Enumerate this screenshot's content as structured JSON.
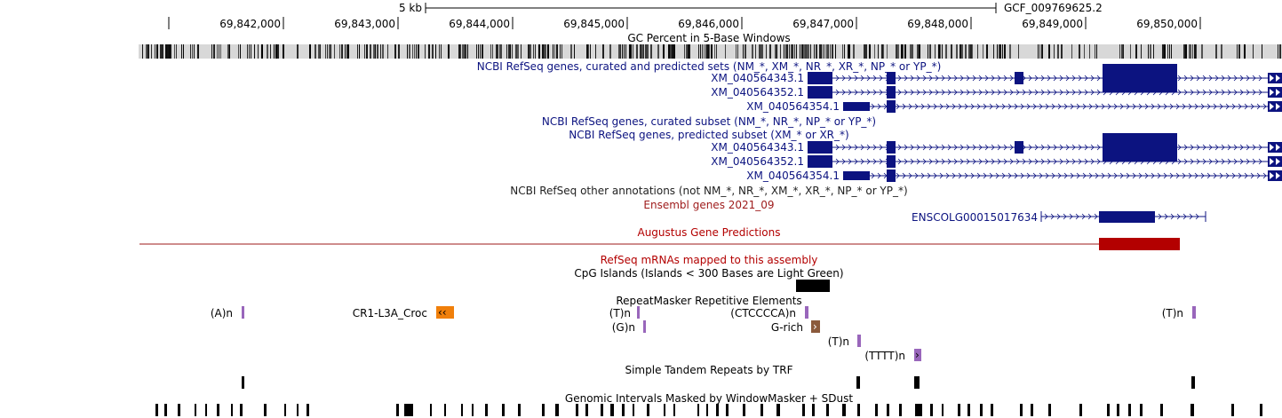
{
  "scale_bar": {
    "label": "5 kb",
    "assembly": "GCF_009769625.2"
  },
  "ruler": {
    "ticks": [
      "69,842,000",
      "69,843,000",
      "69,844,000",
      "69,845,000",
      "69,846,000",
      "69,847,000",
      "69,848,000",
      "69,849,000",
      "69,850,000"
    ]
  },
  "tracks": {
    "gc_percent": {
      "title": "GC Percent in 5-Base Windows"
    },
    "refseq_all": {
      "title": "NCBI RefSeq genes, curated and predicted sets (NM_*, XM_*, NR_*, XR_*, NP_* or YP_*)",
      "genes": [
        "XM_040564343.1",
        "XM_040564352.1",
        "XM_040564354.1"
      ]
    },
    "refseq_curated": {
      "title": "NCBI RefSeq genes, curated subset (NM_*, NR_*, NP_* or YP_*)"
    },
    "refseq_predicted": {
      "title": "NCBI RefSeq genes, predicted subset (XM_* or XR_*)",
      "genes": [
        "XM_040564343.1",
        "XM_040564352.1",
        "XM_040564354.1"
      ]
    },
    "refseq_other": {
      "title": "NCBI RefSeq other annotations (not NM_*, NR_*, XM_*, XR_*, NP_* or YP_*)"
    },
    "ensembl": {
      "title": "Ensembl genes 2021_09",
      "gene": "ENSCOLG00015017634"
    },
    "augustus": {
      "title": "Augustus Gene Predictions"
    },
    "refseq_mrna": {
      "title": "RefSeq mRNAs mapped to this assembly"
    },
    "cpg": {
      "title": "CpG Islands (Islands < 300 Bases are Light Green)"
    },
    "repeatmasker": {
      "title": "RepeatMasker Repetitive Elements",
      "labels": [
        "(A)n",
        "CR1-L3A_Croc",
        "(T)n",
        "(CTCCCCA)n",
        "(T)n",
        "(G)n",
        "G-rich",
        "(T)n",
        "(TTTT)n"
      ]
    },
    "trf": {
      "title": "Simple Tandem Repeats by TRF"
    },
    "windowmasker": {
      "title": "Genomic Intervals Masked by WindowMasker + SDust"
    }
  },
  "colors": {
    "refseq_blue": "#0c1380",
    "ensembl_red": "#9e1a1a",
    "augustus_red": "#b30000",
    "cr1_orange": "#f07f0a",
    "grich_brown": "#8b5a3c",
    "repeat_purple": "#9966bb"
  }
}
